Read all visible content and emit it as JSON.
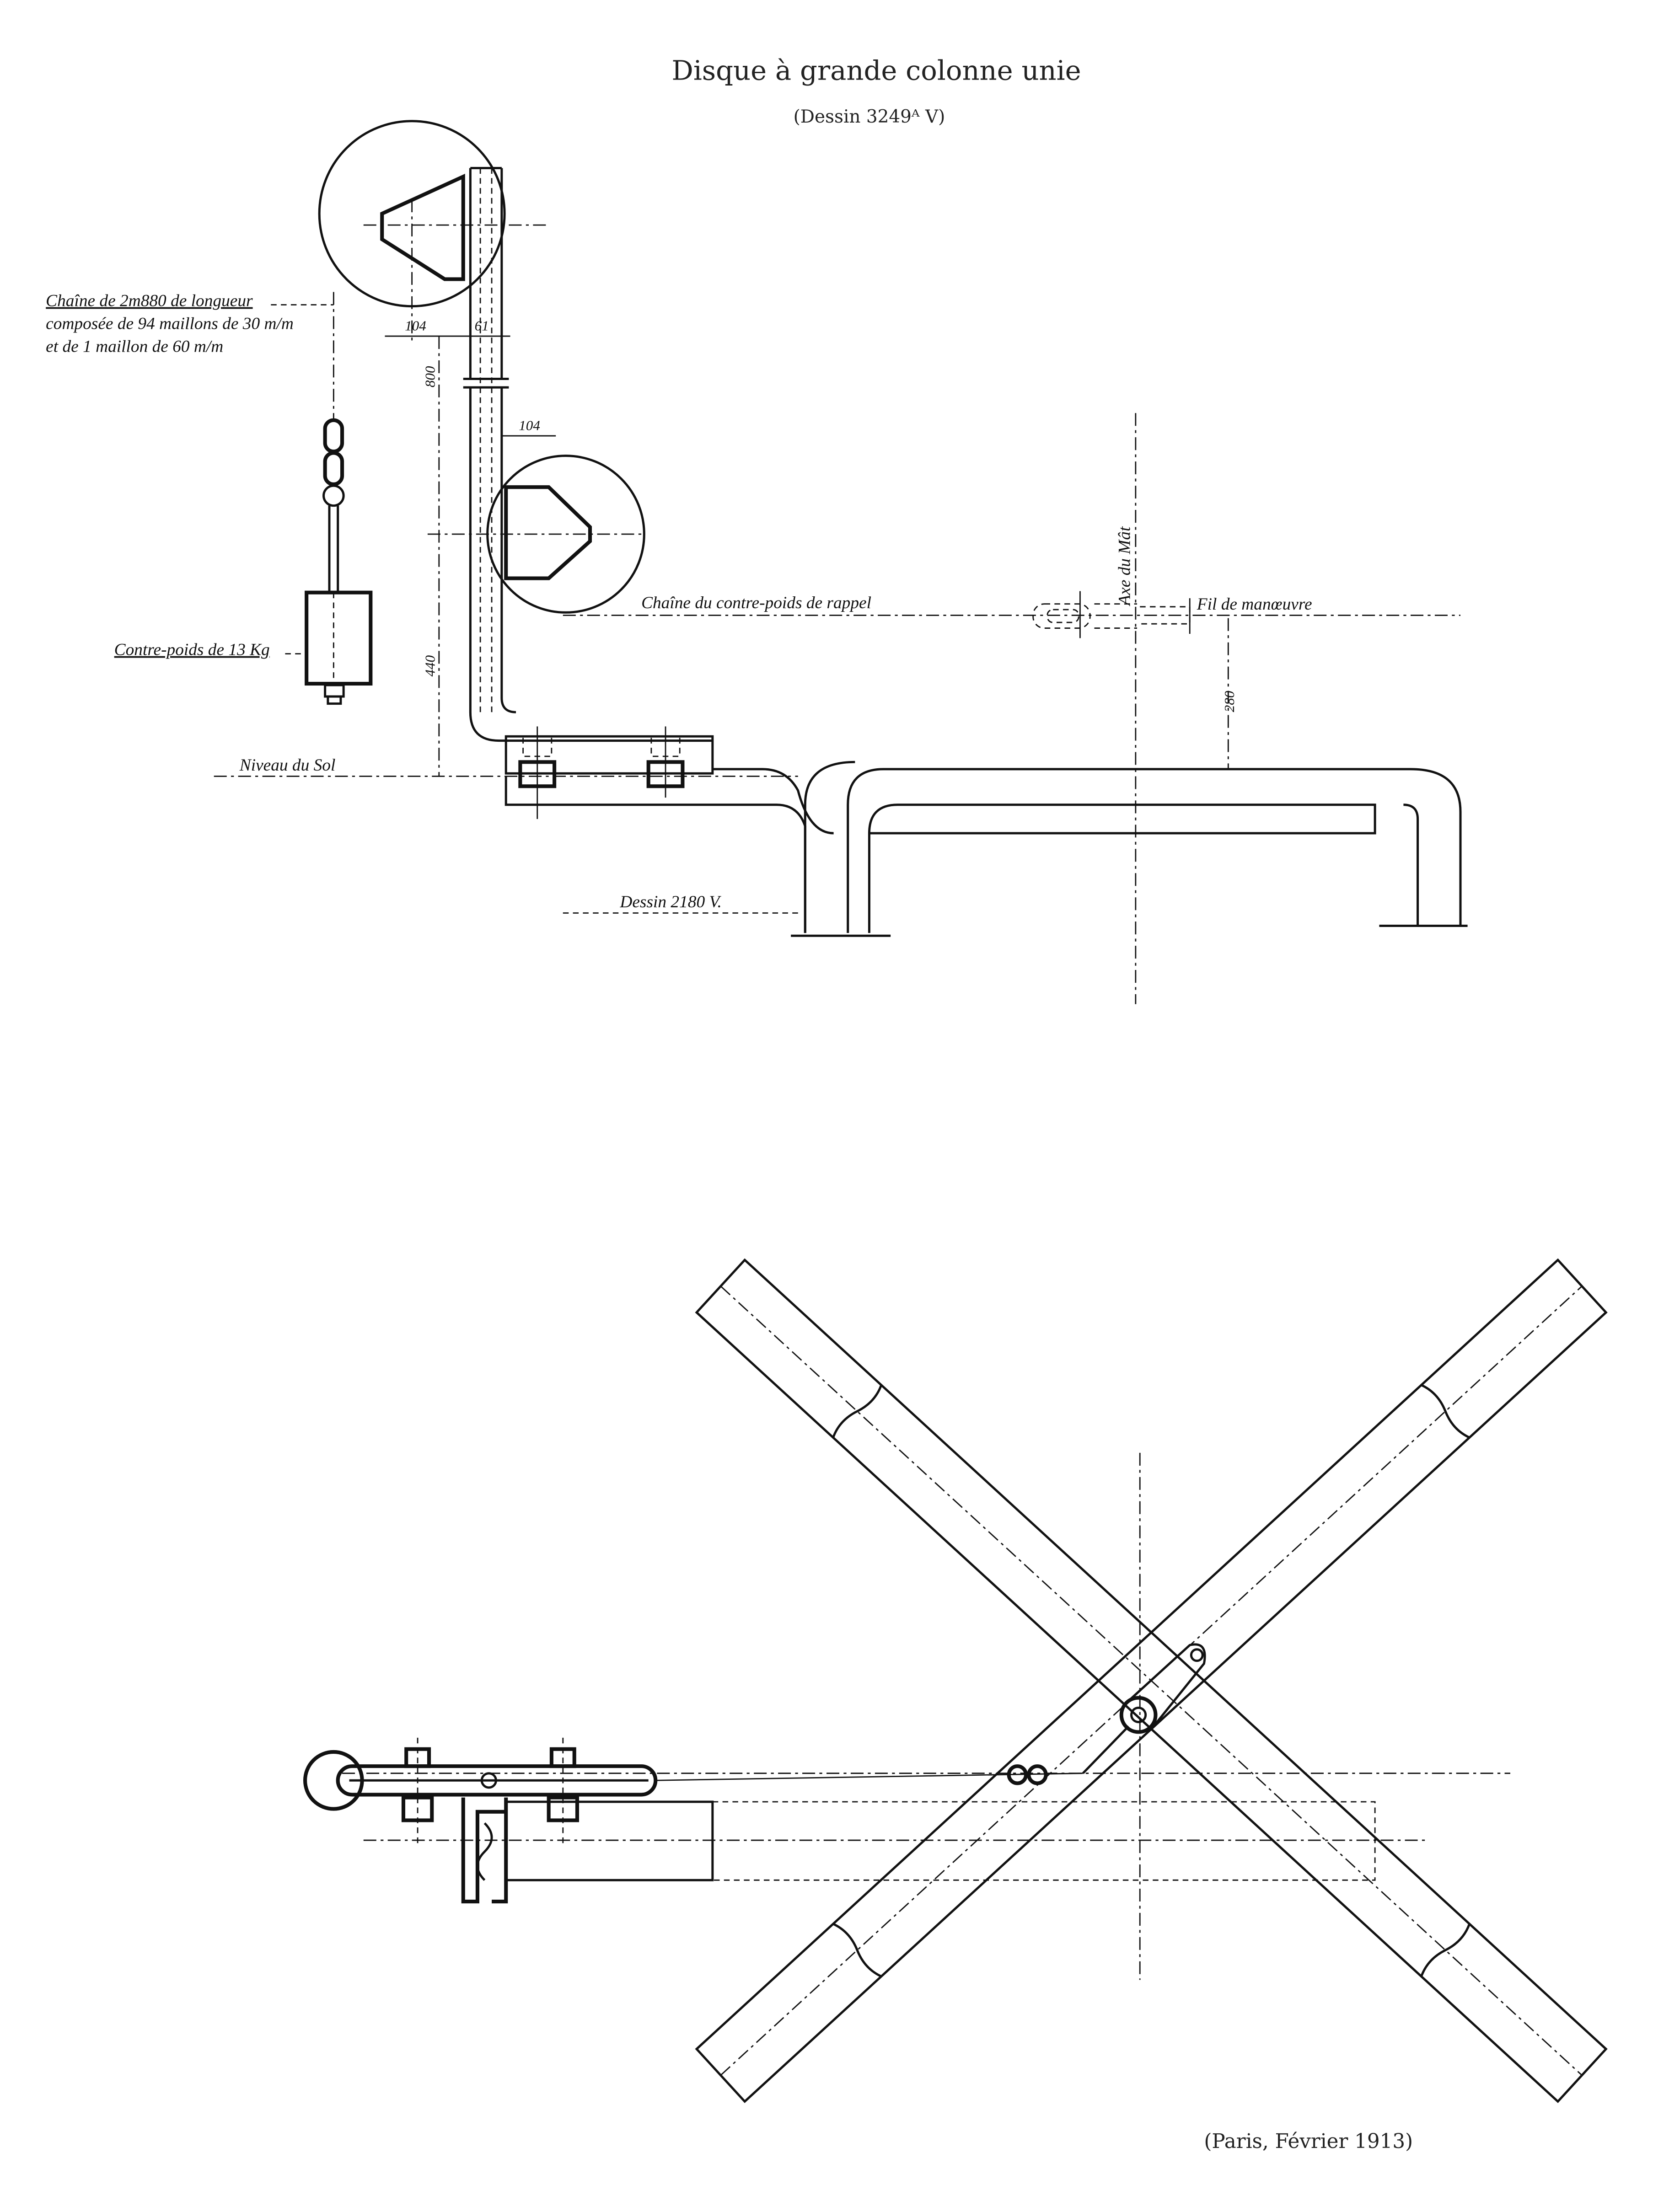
{
  "header": {
    "title": "Disque à grande colonne unie",
    "subtitle": "(Dessin 3249ᴬ V)"
  },
  "elevation": {
    "labels": {
      "chain_line1": "Chaîne de 2m880 de longueur",
      "chain_line2": "composée de 94 maillons de 30 m/m",
      "chain_line3": "et de 1 maillon de 60 m/m",
      "counterweight": "Contre-poids de 13 Kg",
      "return_chain": "Chaîne du contre-poids de rappel",
      "mast_axis": "Axe du Mât",
      "operating_wire": "Fil de manœuvre",
      "ground_level": "Niveau du Sol",
      "drawing_ref": "Dessin 2180 V."
    },
    "dimensions": {
      "d104_top": "104",
      "d61": "61",
      "d800": "800",
      "d104_mid": "104",
      "d440": "440",
      "d280": "280"
    }
  },
  "footer": {
    "place_date": "(Paris, Février 1913)"
  }
}
